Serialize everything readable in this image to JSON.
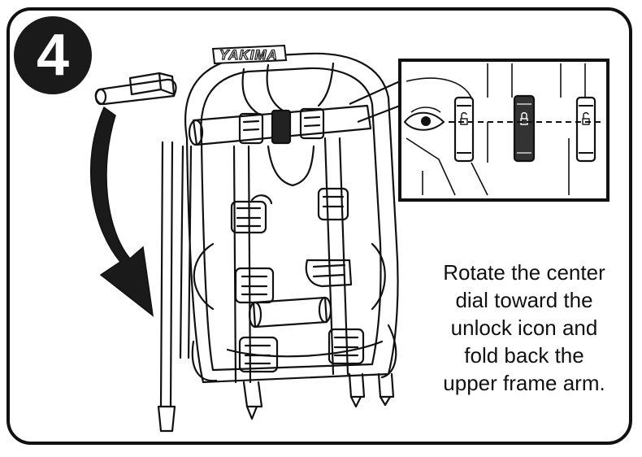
{
  "step": {
    "number": "4"
  },
  "rack": {
    "brand": "YAKIMA"
  },
  "instruction": {
    "lines": [
      "Rotate the center",
      "dial toward the",
      "unlock icon and",
      "fold back the",
      "upper frame arm."
    ]
  },
  "icons": {
    "eye": "eye-icon",
    "lock": "lock-icon",
    "unlock": "unlock-icon",
    "arrow": "curved-arrow-icon"
  },
  "colors": {
    "ink": "#111111",
    "badge": "#1a1a1a",
    "background": "#ffffff"
  }
}
